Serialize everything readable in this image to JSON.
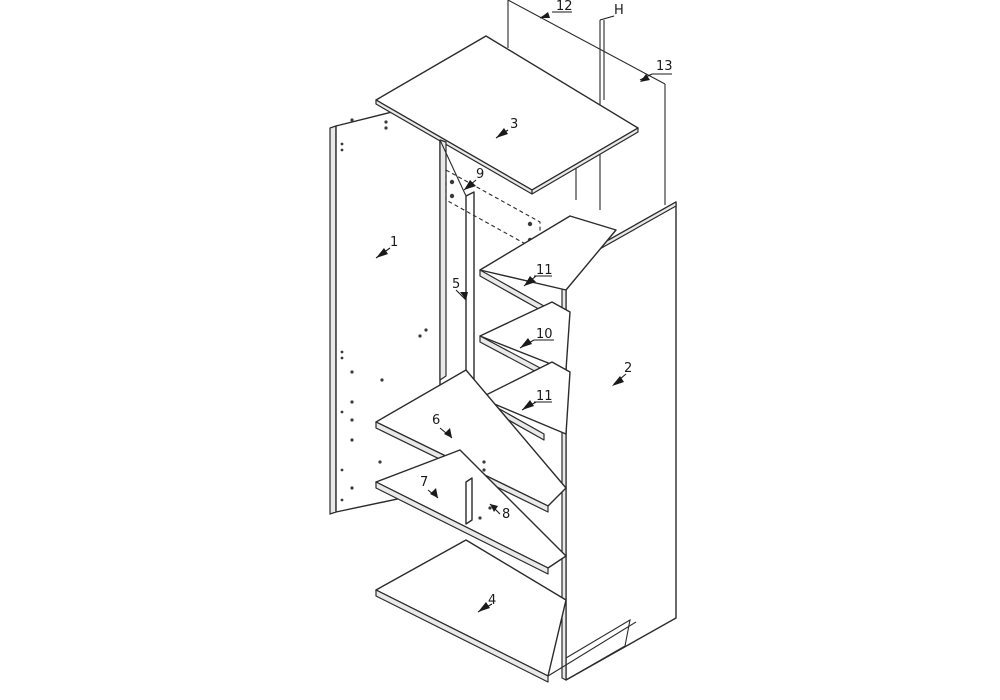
{
  "labels": {
    "part_1": "1",
    "part_2": "2",
    "part_3": "3",
    "part_4": "4",
    "part_5": "5",
    "part_6": "6",
    "part_7": "7",
    "part_8": "8",
    "part_9": "9",
    "part_10": "10",
    "part_11a": "11",
    "part_11b": "11",
    "part_12": "12",
    "part_13": "13",
    "hardware_h": "H"
  }
}
